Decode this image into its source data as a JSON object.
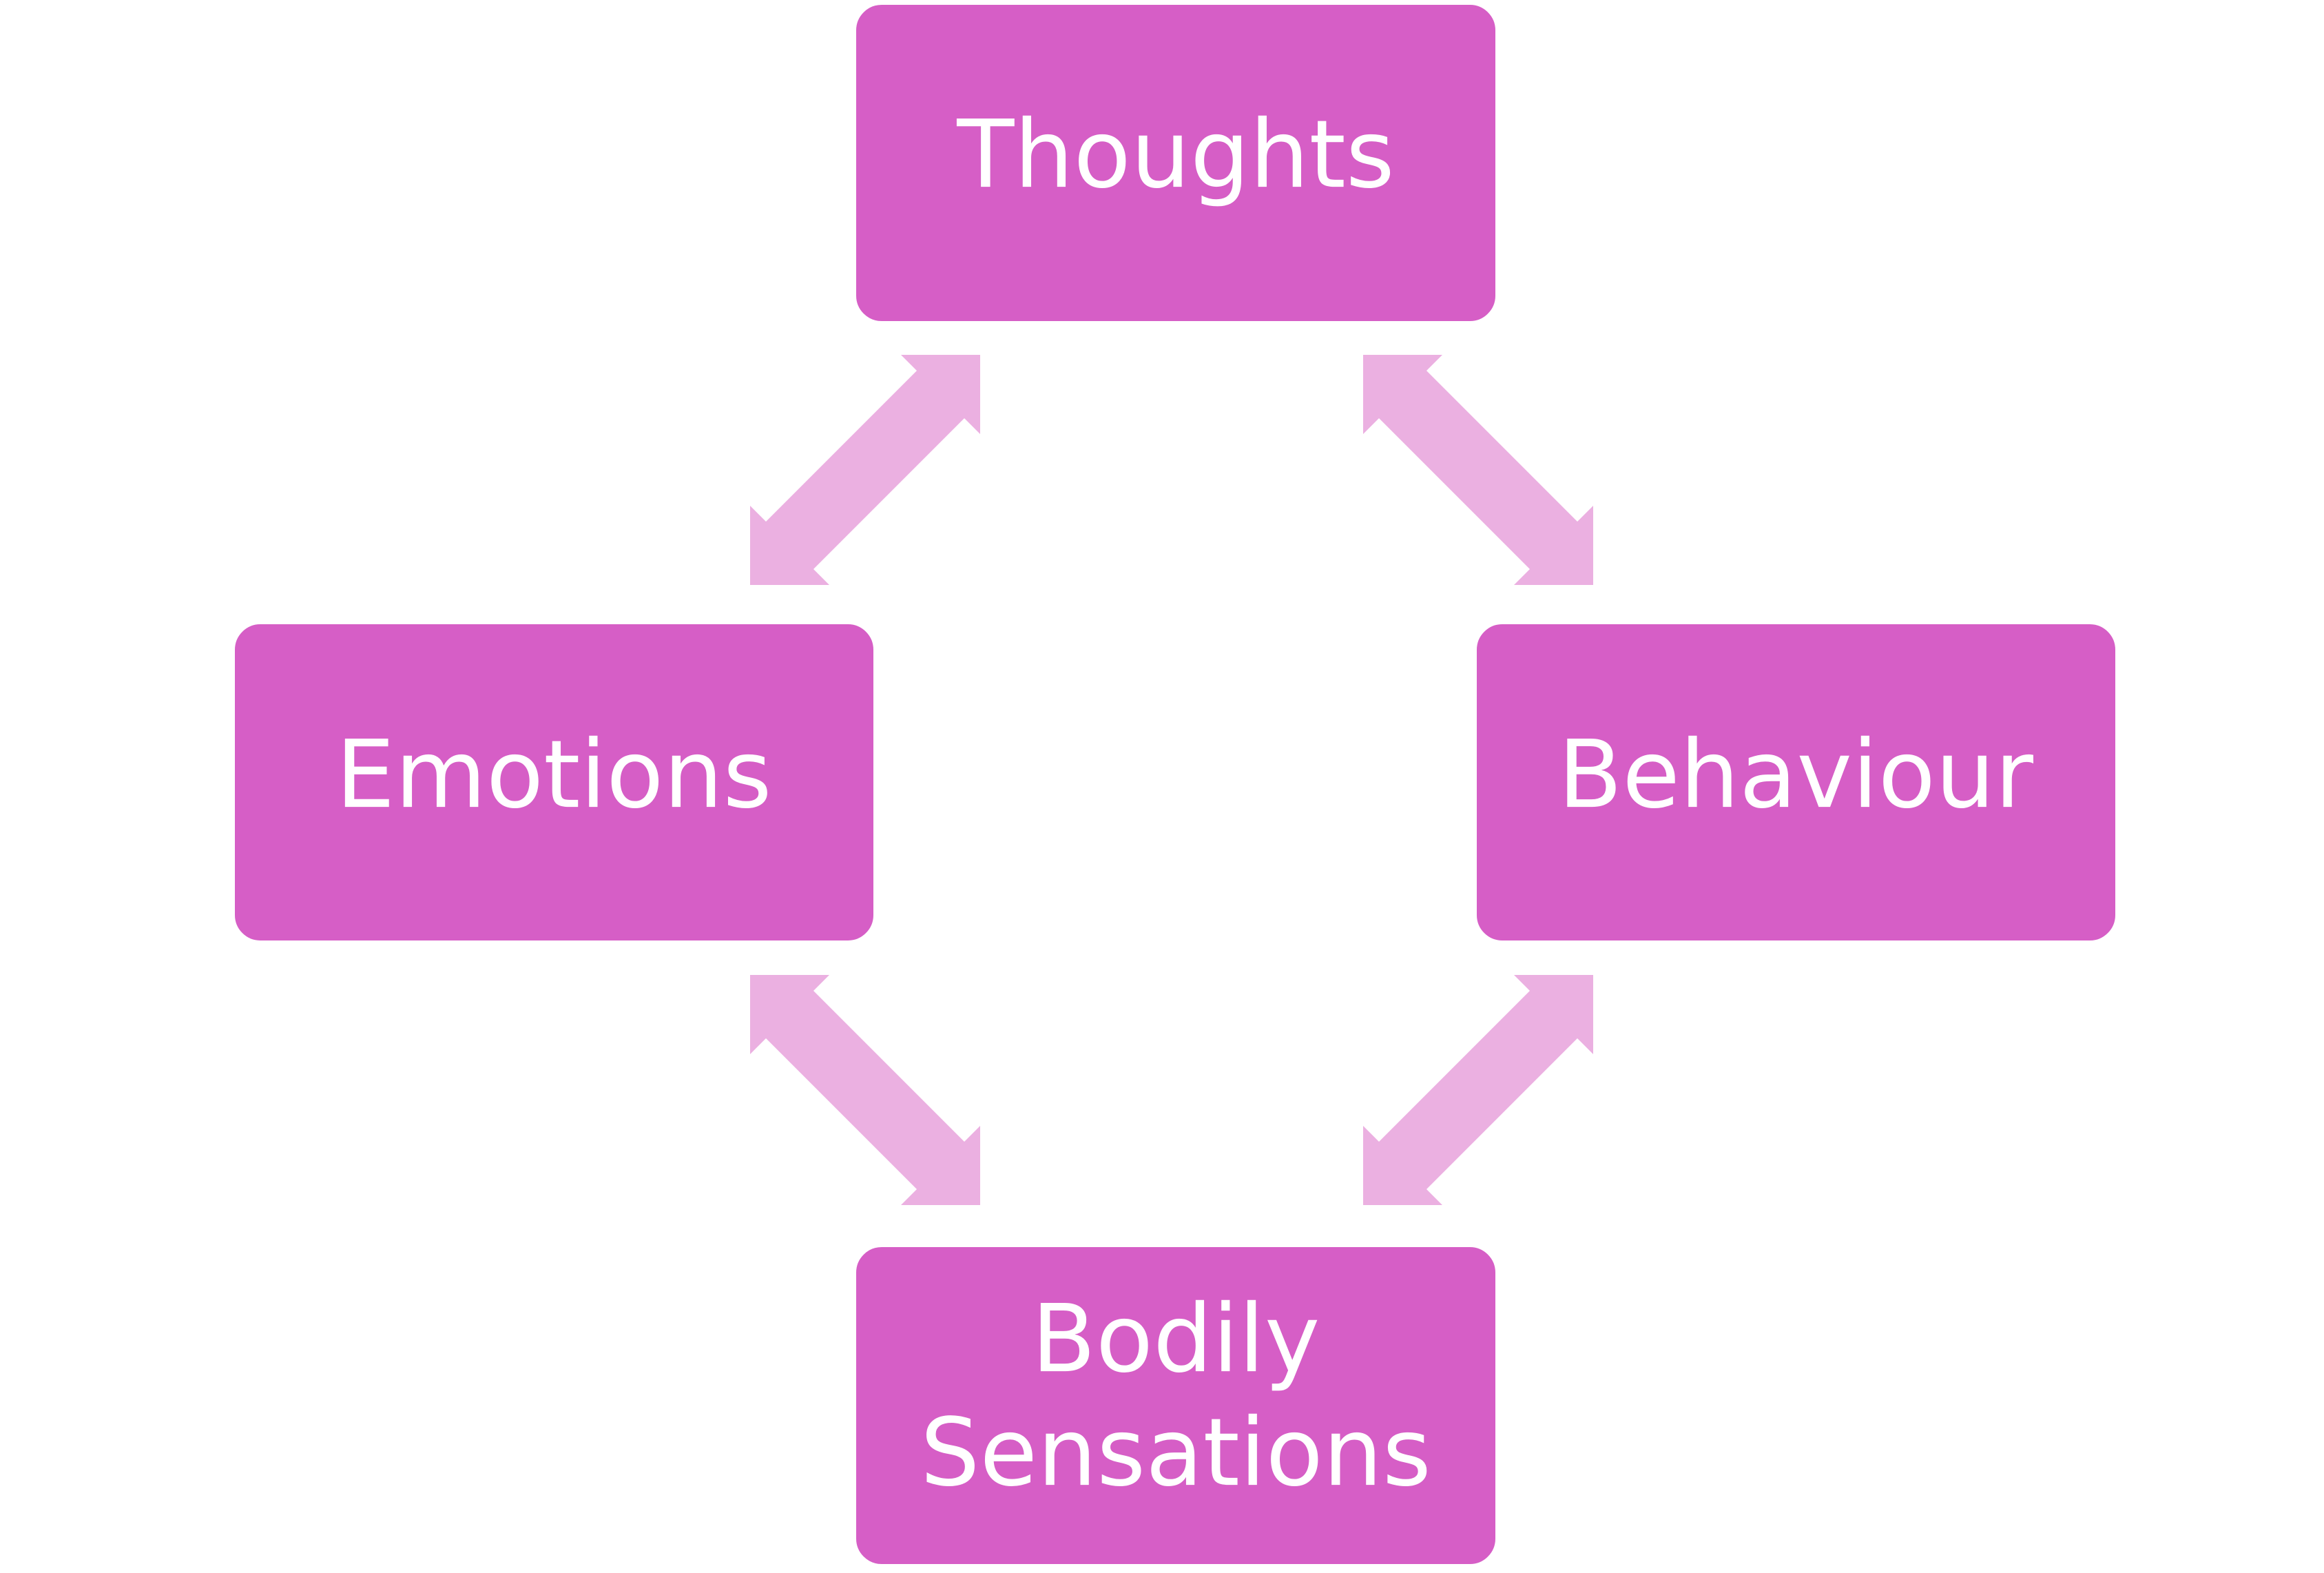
{
  "diagram": {
    "nodes": {
      "thoughts": {
        "label": "Thoughts"
      },
      "emotions": {
        "label": "Emotions"
      },
      "behaviour": {
        "label": "Behaviour"
      },
      "bodily_sensations": {
        "label_line1": "Bodily",
        "label_line2": "Sensations"
      }
    },
    "edges": [
      {
        "from": "thoughts",
        "to": "emotions",
        "direction": "bidirectional"
      },
      {
        "from": "thoughts",
        "to": "behaviour",
        "direction": "bidirectional"
      },
      {
        "from": "emotions",
        "to": "bodily_sensations",
        "direction": "bidirectional"
      },
      {
        "from": "behaviour",
        "to": "bodily_sensations",
        "direction": "bidirectional"
      }
    ],
    "colors": {
      "box_fill": "#d65ec6",
      "arrow_fill": "#ebb0e1",
      "label_text": "#ffffff"
    }
  }
}
